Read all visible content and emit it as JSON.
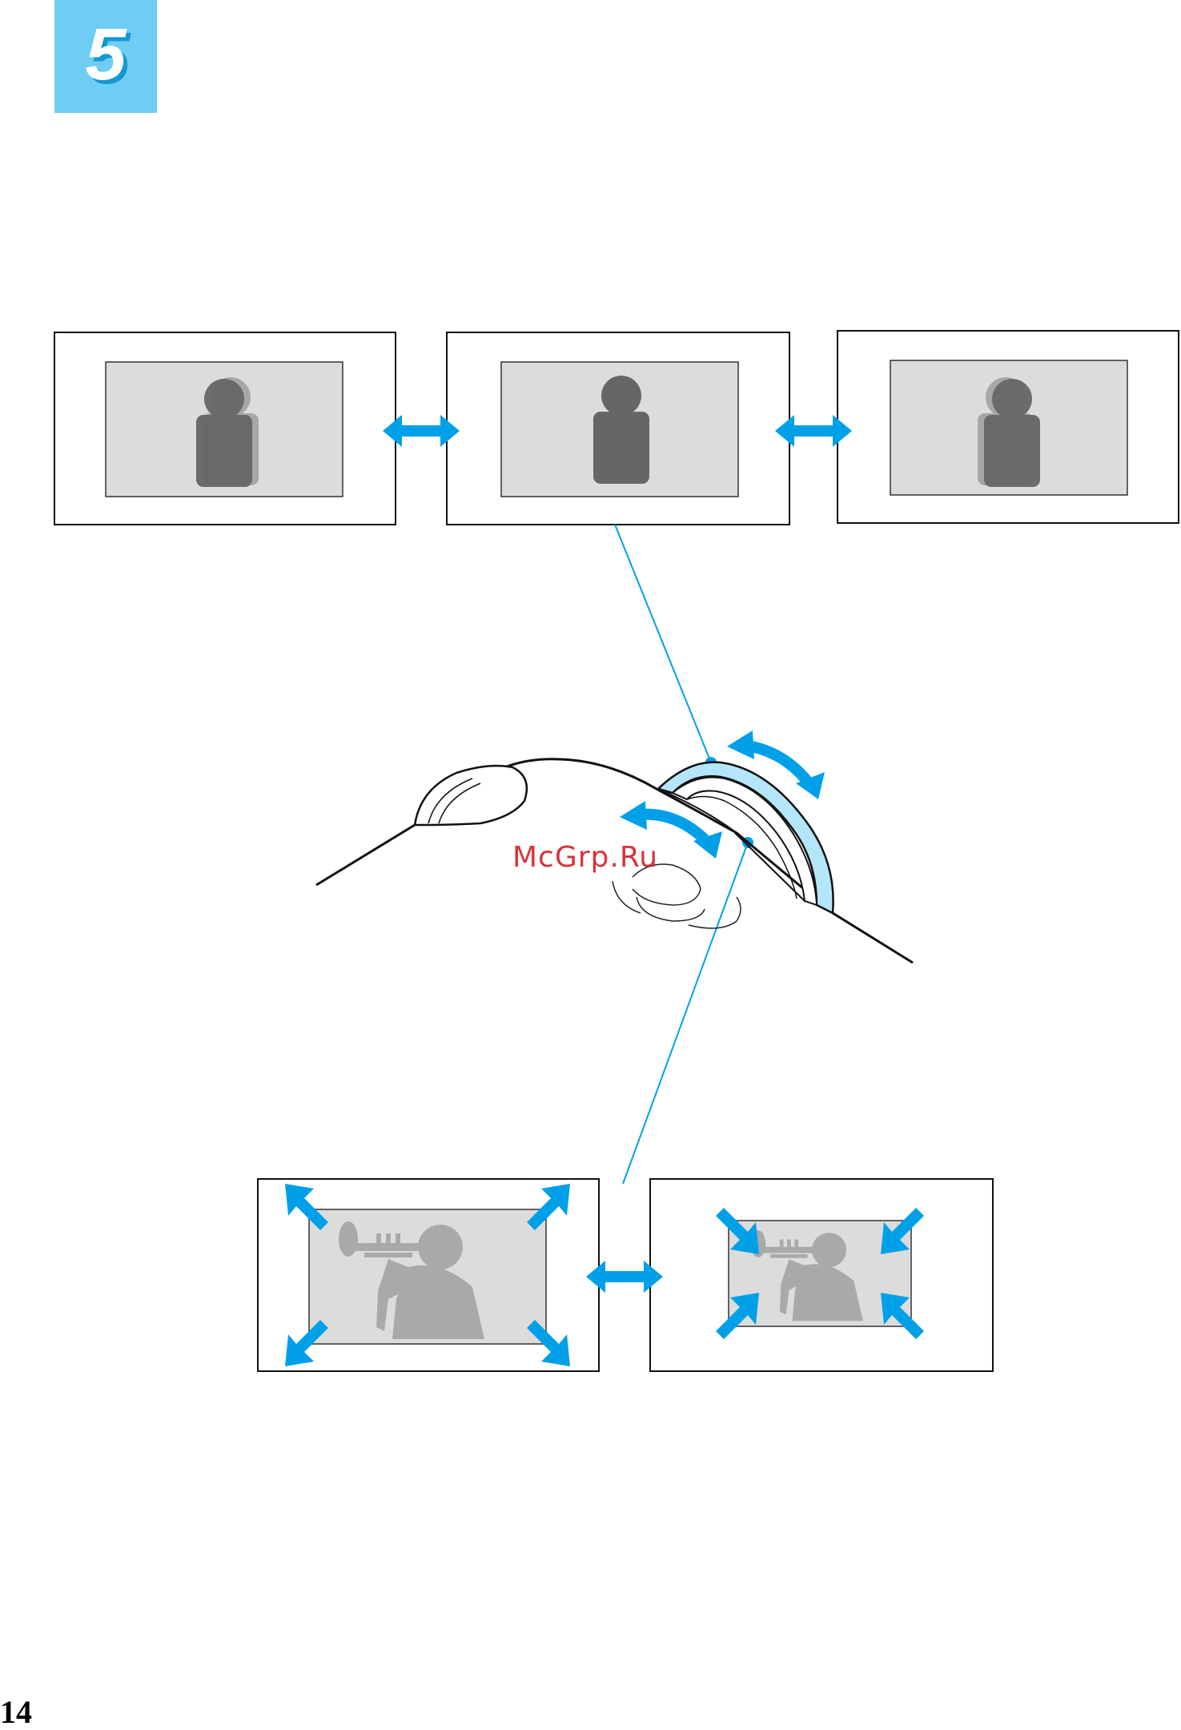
{
  "page": {
    "step_number": "5",
    "page_number": "14",
    "watermark": "McGrp.Ru"
  },
  "colors": {
    "accent_blue": "#00a0e9",
    "badge_blue": "#6fcdf4",
    "screen_gray": "#dcdcdc",
    "silhouette_dark": "#666666",
    "silhouette_ghost": "#a7a7a7",
    "ring_light": "#b3e6f8"
  },
  "icons": [
    "person-silhouette-icon",
    "trumpet-player-silhouette-icon",
    "double-arrow-icon",
    "curved-double-arrow-icon",
    "diagonal-arrow-icon"
  ]
}
